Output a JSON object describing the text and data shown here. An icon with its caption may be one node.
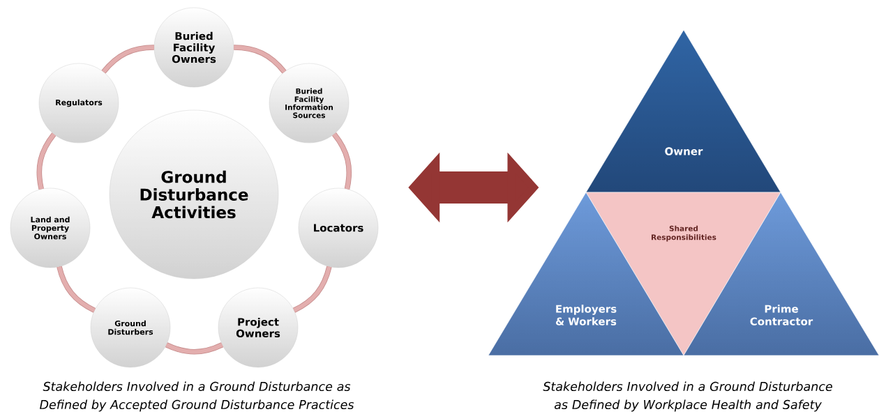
{
  "diagram": {
    "nodes": [
      {
        "text": [
          "Ground Disturbance Activities"
        ]
      },
      {
        "text": [
          "Buried Facility Owners"
        ]
      },
      {
        "text": [
          "Buried Facility Information Sources"
        ]
      },
      {
        "text": [
          "Locators"
        ]
      },
      {
        "text": [
          "Project Owners"
        ]
      },
      {
        "text": [
          "Ground Disturbers"
        ]
      },
      {
        "text": [
          "Land and Property Owners"
        ]
      },
      {
        "text": [
          "Regulators"
        ]
      },
      {
        "text": [
          "Owner"
        ]
      },
      {
        "text": [
          "Shared Responsibilities"
        ]
      },
      {
        "text": [
          "Employers & Workers"
        ]
      },
      {
        "text": [
          "Prime Contractor"
        ]
      }
    ],
    "edges": [
      {
        "from": 1,
        "to": 2,
        "arrow": "none"
      },
      {
        "from": 2,
        "to": 3,
        "arrow": "none"
      },
      {
        "from": 3,
        "to": 4,
        "arrow": "none"
      },
      {
        "from": 4,
        "to": 5,
        "arrow": "none"
      },
      {
        "from": 5,
        "to": 6,
        "arrow": "none"
      },
      {
        "from": 6,
        "to": 7,
        "arrow": "none"
      },
      {
        "from": 7,
        "to": 1,
        "arrow": "none"
      },
      {
        "from": 3,
        "to": 10,
        "arrow": "both",
        "style": "thick",
        "color": "#943634"
      }
    ],
    "labels": [
      "Stakeholders Involved in a Ground Disturbance as Defined by Accepted Ground Disturbance Practices",
      "Stakeholders Involved in a Ground Disturbance as Defined by Workplace Health and Safety"
    ]
  }
}
